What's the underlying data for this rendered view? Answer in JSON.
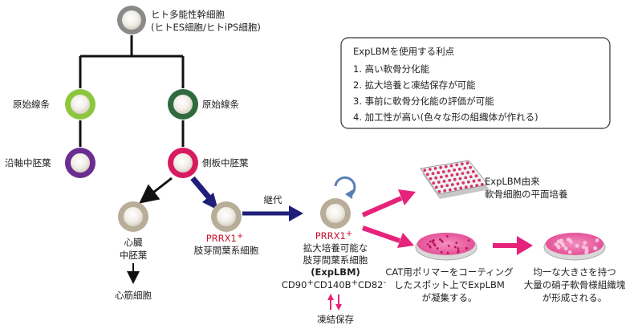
{
  "nodes": {
    "hpsc": {
      "line1": "ヒト多能性幹細胞",
      "line2": "(ヒトES細胞/ヒトiPS細胞)"
    },
    "ps_left": {
      "label": "原始線条"
    },
    "ps_right": {
      "label": "原始線条"
    },
    "paraxial": {
      "label": "沿軸中胚葉"
    },
    "lateral": {
      "label": "側板中胚葉"
    },
    "cardiac": {
      "line1": "心臓",
      "line2": "中胚葉"
    },
    "cardiomyocyte": {
      "label": "心筋細胞"
    },
    "limb_bud": {
      "marker": "PRRX1",
      "marker_sup": "+",
      "label": "肢芽間葉系細胞"
    },
    "explbm": {
      "marker": "PRRX1",
      "marker_sup": "+",
      "line1": "拡大培養可能な",
      "line2": "肢芽間葉系細胞",
      "line3": "(ExpLBM)",
      "surface": "CD90",
      "surface_sup1": "+",
      "surface2": "CD140B",
      "surface_sup2": "+",
      "surface3": "CD82",
      "surface_sup3": "-"
    },
    "passage": {
      "label": "継代"
    },
    "freeze": {
      "label": "凍結保存"
    },
    "plate": {
      "line1": "ExpLBM由来",
      "line2": "軟骨細胞の平面培養"
    },
    "dish1": {
      "line1": "CAT用ポリマーをコーティング",
      "line2": "したスポット上でExpLBM",
      "line3": "が凝集する。"
    },
    "dish2": {
      "line1": "均一な大きさを持つ",
      "line2": "大量の硝子軟骨様組織塊",
      "line3": "が形成される。"
    }
  },
  "advantages": {
    "title": "ExpLBMを使用する利点",
    "items": [
      "1. 高い軟骨分化能",
      "2. 拡大培養と凍結保存が可能",
      "3. 事前に軟骨分化能の評価が可能",
      "4. 加工性が高い(色々な形の組織体が作れる)"
    ]
  },
  "colors": {
    "navy": "#1f1f7a",
    "magenta": "#e6237a",
    "green_light": "#8cc63f",
    "green_dark": "#2f6b3f",
    "purple": "#6b2d8f",
    "pink_ring": "#d81b60",
    "beige": "#b8ad98",
    "gray_ring": "#8a8a8a"
  }
}
